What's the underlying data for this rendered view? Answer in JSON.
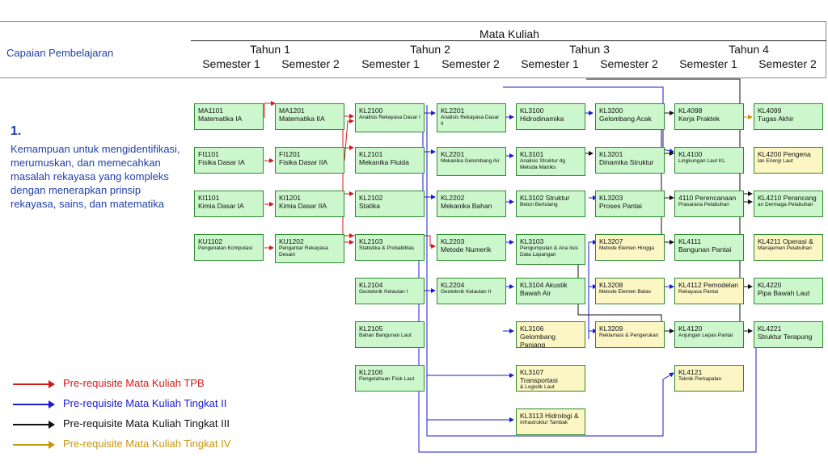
{
  "header": {
    "capaian_label": "Capaian Pembelajaran",
    "mata_kuliah_label": "Mata Kuliah",
    "years": [
      "Tahun 1",
      "Tahun 2",
      "Tahun 3",
      "Tahun 4"
    ],
    "semesters": [
      "Semester 1",
      "Semester 2",
      "Semester 1",
      "Semester 2",
      "Semester 1",
      "Semester 2",
      "Semester 1",
      "Semester 2"
    ]
  },
  "outcome": {
    "number": "1.",
    "text": "Kemampuan untuk mengidentifikasi, merumuskan, dan memecahkan masalah rekayasa yang kompleks dengan menerapkan prinsip rekayasa, sains, dan matematika"
  },
  "courses": [
    {
      "code": "MA1101",
      "name": "Matematika IA",
      "color": "green"
    },
    {
      "code": "FI1101",
      "name": "Fisika Dasar IA",
      "color": "green"
    },
    {
      "code": "KI1101",
      "name": "Kimia Dasar IA",
      "color": "green"
    },
    {
      "code": "KU1102",
      "name": "Pengenalan Komputasi",
      "color": "green"
    },
    {
      "code": "MA1201",
      "name": "Matematika IIA",
      "color": "green"
    },
    {
      "code": "FI1201",
      "name": "Fisika Dasar IIA",
      "color": "green"
    },
    {
      "code": "KI1201",
      "name": "Kimia Dasar IIA",
      "color": "green"
    },
    {
      "code": "KU1202",
      "name": "Pengantar Rekayasa Desain",
      "color": "green"
    },
    {
      "code": "KL2100",
      "name": "Analisis Rekayasa Dasar I",
      "color": "green"
    },
    {
      "code": "KL2101",
      "name": "Mekanika Fluida",
      "color": "green"
    },
    {
      "code": "KL2102",
      "name": "Statika",
      "color": "green"
    },
    {
      "code": "KL2103",
      "name": "Statistika & Probabilitas",
      "color": "green"
    },
    {
      "code": "KL2104",
      "name": "Geoteknik Kelautan I",
      "color": "green"
    },
    {
      "code": "KL2105",
      "name": "Bahan Bangunan Laut",
      "color": "green"
    },
    {
      "code": "KL2106",
      "name": "Pengetahuan Fisik Laut",
      "color": "green"
    },
    {
      "code": "KL2201",
      "name": "Analisis Rekayasa Dasar II",
      "color": "green"
    },
    {
      "code": "KL2201",
      "name": "Mekanika Gelombang Air",
      "color": "green"
    },
    {
      "code": "KL2202",
      "name": "Mekanika Bahan",
      "color": "green"
    },
    {
      "code": "KL2203",
      "name": "Metode Numerik",
      "color": "green"
    },
    {
      "code": "KL2204",
      "name": "Geoteknik Kelautan II",
      "color": "green"
    },
    {
      "code": "KL3100",
      "name": "Hidrodinamika",
      "color": "green"
    },
    {
      "code": "KL3101",
      "name": "Analisis Struktur dg Metoda Matriks",
      "color": "green"
    },
    {
      "code": "KL3102 Struktur",
      "name": "Beton Bertulang",
      "color": "green"
    },
    {
      "code": "KL3103",
      "name": "Pengumpulan & Ana lisis Data Lapangan",
      "color": "green"
    },
    {
      "code": "KL3104 Akustik",
      "name": "Bawah Air",
      "color": "green"
    },
    {
      "code": "KL3106",
      "name": "Gelombang Panjang",
      "color": "yellow"
    },
    {
      "code": "KL3107 Transportasi",
      "name": "& Logistik Laut",
      "color": "yellow"
    },
    {
      "code": "KL3113 Hidrologi &",
      "name": "Infrastruktur Tambak",
      "color": "yellow"
    },
    {
      "code": "KL3200",
      "name": "Gelombang Acak",
      "color": "green"
    },
    {
      "code": "KL3201",
      "name": "Dinamika Struktur",
      "color": "green"
    },
    {
      "code": "KL3203",
      "name": "Proses Pantai",
      "color": "green"
    },
    {
      "code": "KL3207",
      "name": "Metode Elemen Hingga",
      "color": "yellow"
    },
    {
      "code": "KL3208",
      "name": "Metode Elemen Batas",
      "color": "yellow"
    },
    {
      "code": "KL3209",
      "name": "Reklamasi & Pengerukan",
      "color": "yellow"
    },
    {
      "code": "KL4098",
      "name": "Kerja Praktek",
      "color": "green"
    },
    {
      "code": "KL4100",
      "name": "Lingkungan Laut KL",
      "color": "green"
    },
    {
      "code": "4110 Perencanaan",
      "name": "Prasarana Pelabuhan",
      "color": "green"
    },
    {
      "code": "KL4111",
      "name": "Bangunan Pantai",
      "color": "green"
    },
    {
      "code": "KL4112 Pemodelan",
      "name": "Rekayasa Pantai",
      "color": "yellow"
    },
    {
      "code": "KL4120",
      "name": "Anjungan Lepas Pantai",
      "color": "green"
    },
    {
      "code": "KL4121",
      "name": "Teknik Perkapalan",
      "color": "yellow"
    },
    {
      "code": "KL4099",
      "name": "Tugas Akhir",
      "color": "green"
    },
    {
      "code": "KL4200 Pengena",
      "name": "lan Energi Laut",
      "color": "yellow"
    },
    {
      "code": "KL4210 Perancang",
      "name": "an Dermaga Pelabuhan",
      "color": "green"
    },
    {
      "code": "KL4211 Operasi &",
      "name": "Manajemen Pelabuhan",
      "color": "yellow"
    },
    {
      "code": "KL4220",
      "name": "Pipa Bawah Laut",
      "color": "green"
    },
    {
      "code": "KL4221",
      "name": "Struktur Terapung",
      "color": "green"
    }
  ],
  "colors": {
    "tpb": "#d11a1a",
    "tingkat2": "#1a1ad1",
    "tingkat3": "#111111",
    "tingkat4": "#c8960c",
    "green_box": "#ccf7cc",
    "yellow_box": "#fbf6c4"
  },
  "legend": [
    {
      "label": "Pre-requisite Mata Kuliah TPB",
      "color": "#d11a1a"
    },
    {
      "label": "Pre-requisite Mata Kuliah Tingkat II",
      "color": "#1a1ad1"
    },
    {
      "label": "Pre-requisite Mata Kuliah Tingkat III",
      "color": "#111111"
    },
    {
      "label": "Pre-requisite Mata Kuliah Tingkat IV",
      "color": "#c8960c"
    }
  ]
}
